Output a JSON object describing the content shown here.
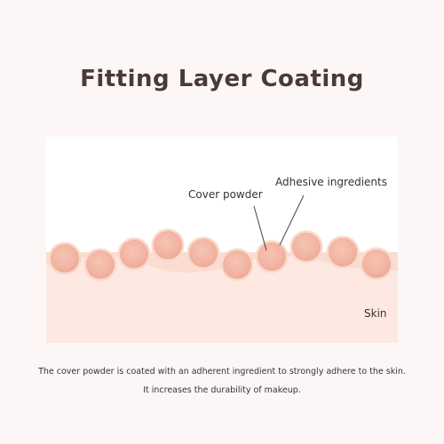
{
  "title": "Fitting Layer Coating",
  "diagram": {
    "labels": {
      "adhesive": "Adhesive ingredients",
      "cover": "Cover powder",
      "skin": "Skin"
    },
    "colors": {
      "panel_bg": "#ffffff",
      "skin": "#fde9e2",
      "adhesive_layer": "#fbdcd0",
      "particle_fill": "#f4b8a6",
      "particle_edge": "#fad9cc"
    }
  },
  "caption": {
    "line1": "The cover powder is coated with an adherent ingredient to strongly adhere to the skin.",
    "line2": "It increases the durability of makeup."
  }
}
